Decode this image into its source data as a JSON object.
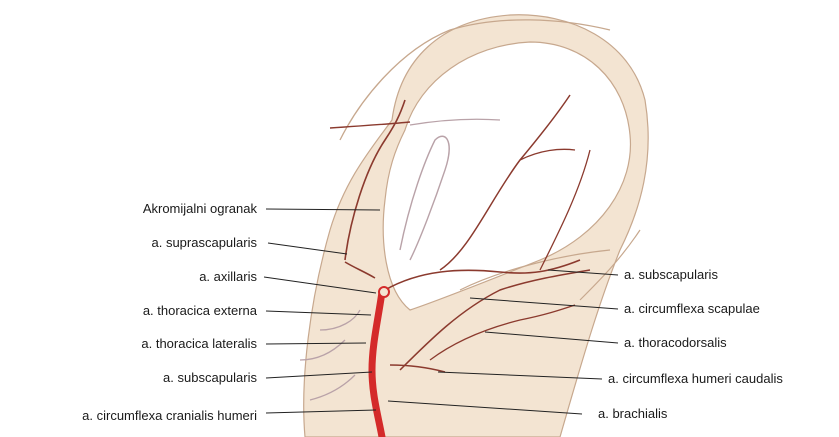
{
  "labels": {
    "acromial_branch": "Akromijalni ogranak",
    "suprascapularis": "a. suprascapularis",
    "axillaris": "a. axillaris",
    "thoracica_externa": "a. thoracica externa",
    "thoracica_lateralis": "a. thoracica lateralis",
    "subscapularis_left": "a. subscapularis",
    "circumflexa_cranialis_humeri": "a. circumflexa cranialis humeri",
    "subscapularis_right": "a. subscapularis",
    "circumflexa_scapulae": "a. circumflexa scapulae",
    "thoracodorsalis": "a. thoracodorsalis",
    "circumflexa_humeri_caudalis": "a. circumflexa humeri caudalis",
    "brachialis": "a. brachialis"
  },
  "colors": {
    "skin": "#f3e4d2",
    "outline": "#c7a88e",
    "artery_main": "#d42a2a",
    "artery_branch": "#8b3a2e",
    "vein_light": "#b9a2a8",
    "leader": "#222222"
  }
}
